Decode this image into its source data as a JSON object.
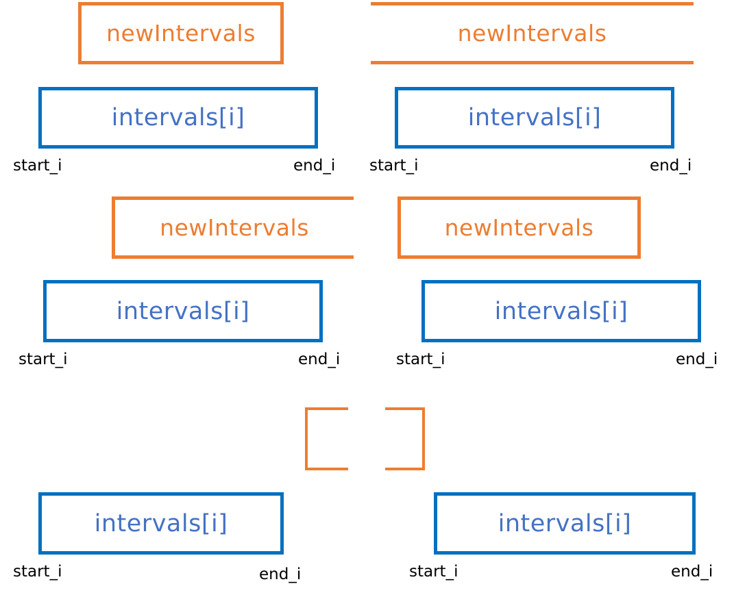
{
  "colors": {
    "new_interval": "#ED7D31",
    "interval_border": "#0070C0",
    "interval_text": "#4472C4",
    "endpoint_text": "#000000"
  },
  "new_interval_label": "newIntervals",
  "interval_label": "intervals[i]",
  "start_label": "start_i",
  "end_label": "end_i",
  "cases": [
    {
      "new_interval": "newIntervals",
      "interval": "intervals[i]",
      "start": "start_i",
      "end": "end_i"
    },
    {
      "new_interval": "newIntervals",
      "interval": "intervals[i]",
      "start": "start_i",
      "end": "end_i"
    },
    {
      "new_interval": "newIntervals",
      "interval": "intervals[i]",
      "start": "start_i",
      "end": "end_i"
    },
    {
      "new_interval": "newIntervals",
      "interval": "intervals[i]",
      "start": "start_i",
      "end": "end_i"
    },
    {
      "new_interval": "",
      "interval": "intervals[i]",
      "start": "start_i",
      "end": "end_i"
    },
    {
      "new_interval": "",
      "interval": "intervals[i]",
      "start": "start_i",
      "end": "end_i"
    }
  ]
}
